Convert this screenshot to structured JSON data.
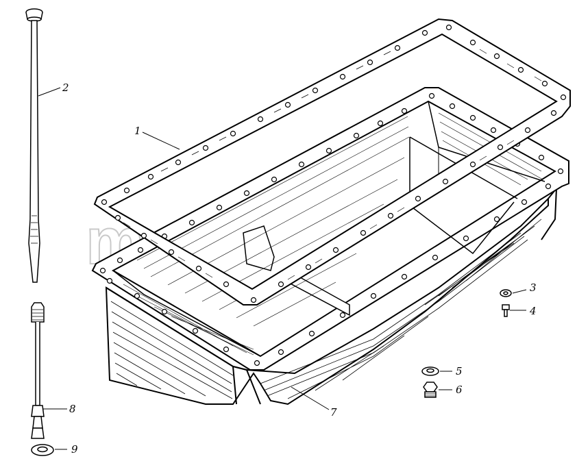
{
  "watermark": "mazilzoy",
  "callouts": {
    "c1": "1",
    "c2": "2",
    "c3": "3",
    "c4": "4",
    "c5": "5",
    "c6": "6",
    "c7": "7",
    "c8": "8",
    "c9": "9"
  }
}
